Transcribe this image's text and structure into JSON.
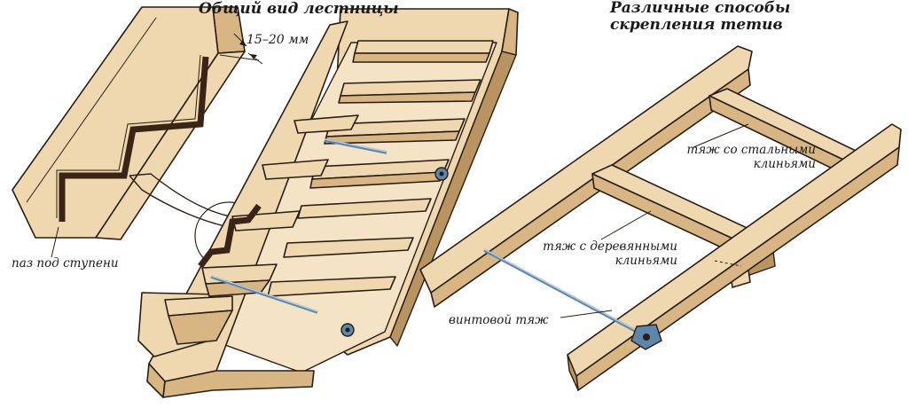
{
  "labels": {
    "title_left": "Общий вид лестницы",
    "title_right_line1": "Различные способы",
    "title_right_line2": "скрепления тетив",
    "groove_size": "15–20 мм",
    "groove": "паз под ступени",
    "steel_tie_line1": "тяж со стальными",
    "steel_tie_line2": "клиньями",
    "wood_tie_line1": "тяж с деревянными",
    "wood_tie_line2": "клиньями",
    "screw_tie": "винтовой тяж"
  },
  "colors": {
    "wood": "#efd8b0",
    "wood_shade": "#d7b684",
    "wood_dark": "#b99360",
    "groove": "#3a2415",
    "outline": "#2a1d12",
    "metal": "#7fa6c9"
  }
}
